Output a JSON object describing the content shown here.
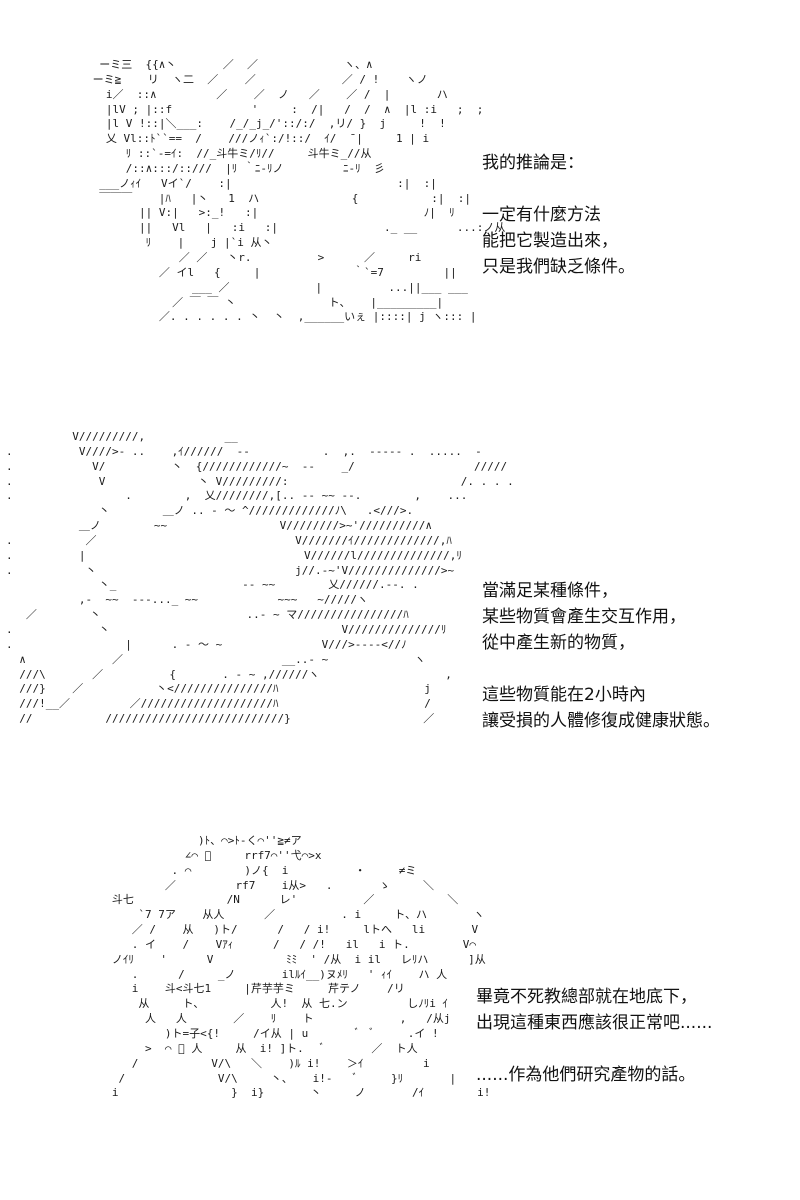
{
  "panels": [
    {
      "art": "  ーミ三  {{∧丶       ／  ／             ヽ、∧\n ーミ≧    リ  ヽ二  ／    ／             ／ / !    ヽノ\n   i／  ::∧         ／    ／  ノ   ／    ／ /  |       ハ\n   |lV ; |::f            '     :  /|   /  /  ∧  |l :i   ;  ;\n   |l V !::|＼___:    /_/_j_/'::/:/  ,リ/ }  j     !  !\n   乂 Vl::ﾄ``==  /    ///ノｨ`:/!::/  ｲ/  ̄ |     1 | i\n      ﾘ ::`-=ｲ:  //_斗牛ミ/ﾘ//     斗牛ミ_//从\n      /::∧:::/::///  |ﾘ ｀ﾆ-ﾘノ         ﾆ-ﾘ  彡\n  ___ノｨｲ   Vイ`/    :|                         :|  :|\n  ￣￣￣    |ﾊ   |丶   1  ハ              {           :|  :|\n        || V:|   >:_!   :|                         ﾉ|  ﾘ\n        ||   Vl   |   :i   :|                ._ __      ...:ノ从\n         ﾘ    |    j |`i 从丶\n              ／ ／   丶r.          >      ／     ri\n           ／ イl   {     |              ｀`=7         ||\n                ___ ／             |          ...||___ ___\n             ／ ￣ ￣ 丶              ト、   |_________|\n           ／. . . . . . 丶  丶  ,______いぇ |::::| j ヽ::: |",
      "lines": [
        "我的推論是：",
        "",
        "一定有什麼方法",
        "能把它製造出來，",
        "只是我們缺乏條件。"
      ]
    },
    {
      "art": "          V/////////,            __\n.          V////>- ..    ,ｲ//////  --           .  ,.  ----- .  .....  -\n.            V/          丶  {////////////~  --    _/                  /////\n.             V              丶 V/////////:                          /. . . .\n.                 .        ,  乂////////,[.. -- ~~ --.        ,    ...\n              丶        ＿ノ .. - ～ ^/////////////ﾉ\\   .<///>.\n           ＿ノ        ~~                 V////////>~'//////////∧\n.           ／                              V///////ｲ/////////////,ﾊ\n.          |                                 V//////l//////////////,ﾘ\n.           丶                              j//.-~'V//////////////>~\n              丶_                   -- ~~        乂//////.--. .\n           ,-  ~~  ---..._ ~~            ~~~   ~/////ヽ\n   ／        丶                      ..- ~ マ////////////////ﾊ\n.             丶                                   V//////////////ﾘ\n.                 |      . - ～ ~               V///>----<//ﾉ\n  ∧             ／                        __..- ~             ヽ\n  ///\\       ／          {       . - ~ ,//////ヽ                   ,\n  ///}    ／           丶<///////////////ﾊ                      j\n  ///!__／         ／////////////////////ﾊ                      /\n  //           ///////////////////////////}                    ／",
      "lines": [
        "當滿足某種條件，",
        "某些物質會產生交互作用，",
        "從中產生新的物質，",
        "",
        "這些物質能在2小時內",
        "讓受損的人體修復成健康狀態。"
      ]
    },
    {
      "art": "                )ﾄ、⌒>ﾄ-く⌒''≧≠ア\n              ∠⌒ ﾞ     rrf7⌒''弋⌒>x\n            . ⌒        )ノ{  i          ・     ≠ミ\n           ／         rf7    i从>   .       ゝ     ＼\n   斗七              /N      レ'          ／           ＼\n       `7 7ア    从人      ／          . i     ト、ハ       ヽ\n      ／ /    从   )ト/      /   / i!     lトへ   li       V\n      . イ    /    Vｱｨ      /   / /!   il   i ト.        V⌒\n   ノｲﾘ    '      V           ﾐﾐ  ' /从  i il   レﾘハ      ]从\n      .      /     _ノ       ilﾙｲ__)ヌﾒﾘ   ' ｨｲ    ハ 人\n      i    斗<斗七1     |芹芋芋ミ     芹テノ    /リ\n       从     ト、          人!  从 七.ン         しﾉﾘi ｲ\n        人   人       ／    ﾘ    ト             ,   /从j\n           )ト=子<{!     /イ从 | u       ﾞ  ﾞ     .イ !\n        >  ⌒ ﾞ 人     从  i! ]ト.   ﾞ       ／  ト人\n      /           V/\\   ＼    )ﾙ i!    ＞ｲ         i\n    /              V/\\     丶、   i!-   ﾞ     }ﾘ       |\n   i                 }  i}       丶     ノ       /ｲ        i!",
      "lines": [
        "畢竟不死教總部就在地底下，",
        "出現這種東西應該很正常吧......",
        "",
        "......作為他們研究產物的話。"
      ]
    }
  ]
}
